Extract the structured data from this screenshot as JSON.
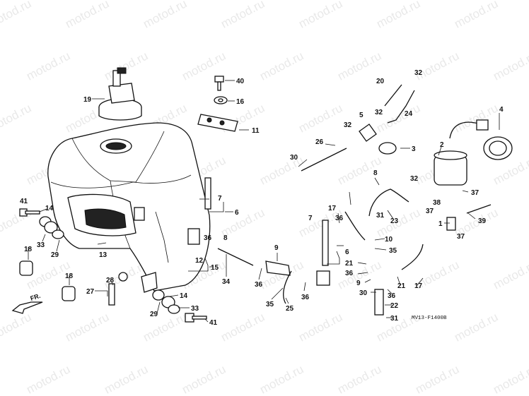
{
  "watermark": {
    "text": "motod.ru"
  },
  "diagram": {
    "code": "MV13-F1400B",
    "front_arrow": "FR.",
    "callouts": [
      {
        "id": "c-19a",
        "text": "19"
      },
      {
        "id": "c-40",
        "text": "40"
      },
      {
        "id": "c-16",
        "text": "16"
      },
      {
        "id": "c-11",
        "text": "11"
      },
      {
        "id": "c-20",
        "text": "20"
      },
      {
        "id": "c-32a",
        "text": "32"
      },
      {
        "id": "c-32b",
        "text": "32"
      },
      {
        "id": "c-5",
        "text": "5"
      },
      {
        "id": "c-32c",
        "text": "32"
      },
      {
        "id": "c-24",
        "text": "24"
      },
      {
        "id": "c-4",
        "text": "4"
      },
      {
        "id": "c-3",
        "text": "3"
      },
      {
        "id": "c-26",
        "text": "26"
      },
      {
        "id": "c-30a",
        "text": "30"
      },
      {
        "id": "c-2",
        "text": "2"
      },
      {
        "id": "c-8a",
        "text": "8"
      },
      {
        "id": "c-32d",
        "text": "32"
      },
      {
        "id": "c-37a",
        "text": "37"
      },
      {
        "id": "c-7a",
        "text": "7"
      },
      {
        "id": "c-6a",
        "text": "6"
      },
      {
        "id": "c-41a",
        "text": "41"
      },
      {
        "id": "c-14a",
        "text": "14"
      },
      {
        "id": "c-33a",
        "text": "33"
      },
      {
        "id": "c-29a",
        "text": "29"
      },
      {
        "id": "c-18a",
        "text": "18"
      },
      {
        "id": "c-13",
        "text": "13"
      },
      {
        "id": "c-36a",
        "text": "36"
      },
      {
        "id": "c-8b",
        "text": "8"
      },
      {
        "id": "c-12",
        "text": "12"
      },
      {
        "id": "c-15",
        "text": "15"
      },
      {
        "id": "c-34",
        "text": "34"
      },
      {
        "id": "c-9a",
        "text": "9"
      },
      {
        "id": "c-36b",
        "text": "36"
      },
      {
        "id": "c-35a",
        "text": "35"
      },
      {
        "id": "c-25",
        "text": "25"
      },
      {
        "id": "c-36c",
        "text": "36"
      },
      {
        "id": "c-17a",
        "text": "17"
      },
      {
        "id": "c-36d",
        "text": "36"
      },
      {
        "id": "c-7b",
        "text": "7"
      },
      {
        "id": "c-6b",
        "text": "6"
      },
      {
        "id": "c-31a",
        "text": "31"
      },
      {
        "id": "c-23",
        "text": "23"
      },
      {
        "id": "c-10",
        "text": "10"
      },
      {
        "id": "c-35b",
        "text": "35"
      },
      {
        "id": "c-21a",
        "text": "21"
      },
      {
        "id": "c-36e",
        "text": "36"
      },
      {
        "id": "c-9b",
        "text": "9"
      },
      {
        "id": "c-30b",
        "text": "30"
      },
      {
        "id": "c-36f",
        "text": "36"
      },
      {
        "id": "c-21b",
        "text": "21"
      },
      {
        "id": "c-17b",
        "text": "17"
      },
      {
        "id": "c-22",
        "text": "22"
      },
      {
        "id": "c-31b",
        "text": "31"
      },
      {
        "id": "c-38",
        "text": "38"
      },
      {
        "id": "c-37b",
        "text": "37"
      },
      {
        "id": "c-39",
        "text": "39"
      },
      {
        "id": "c-1",
        "text": "1"
      },
      {
        "id": "c-37c",
        "text": "37"
      },
      {
        "id": "c-18b",
        "text": "18"
      },
      {
        "id": "c-28",
        "text": "28"
      },
      {
        "id": "c-27",
        "text": "27"
      },
      {
        "id": "c-29b",
        "text": "29"
      },
      {
        "id": "c-14b",
        "text": "14"
      },
      {
        "id": "c-33b",
        "text": "33"
      },
      {
        "id": "c-41b",
        "text": "41"
      }
    ]
  }
}
